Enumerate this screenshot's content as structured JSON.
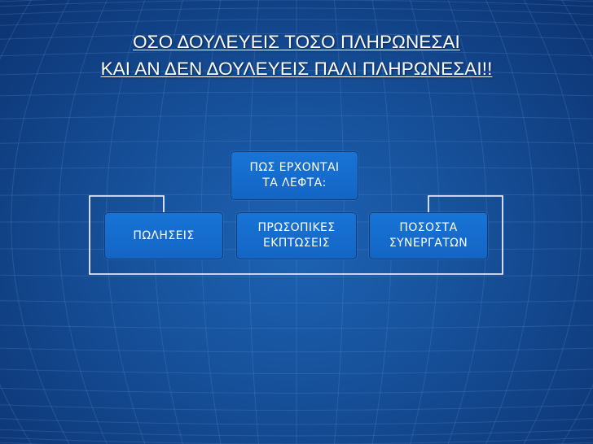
{
  "slide": {
    "title_line1": "ΟΣΟ ΔΟΥΛΕΥΕΙΣ ΤΟΣΟ ΠΛΗΡΩΝΕΣΑΙ",
    "title_line2": "ΚΑΙ ΑΝ ΔΕΝ ΔΟΥΛΕΥΕΙΣ ΠΑΛΙ ΠΛΗΡΩΝΕΣΑΙ!!"
  },
  "diagram": {
    "root": "ΠΩΣ ΕΡΧΟΝΤΑΙ\nΤΑ ΛΕΦΤΑ:",
    "children": [
      {
        "label": "ΠΩΛΗΣΕΙΣ"
      },
      {
        "label": "ΠΡΩΣΟΠΙΚΕΣ\nΕΚΠΤΩΣΕΙΣ"
      },
      {
        "label": "ΠΟΣΟΣΤΑ\nΣΥΝΕΡΓΑΤΩΝ"
      }
    ]
  },
  "colors": {
    "background": "#164f98",
    "box_fill": "#1570d0",
    "connector": "#ffffff",
    "text": "#ffffff"
  }
}
